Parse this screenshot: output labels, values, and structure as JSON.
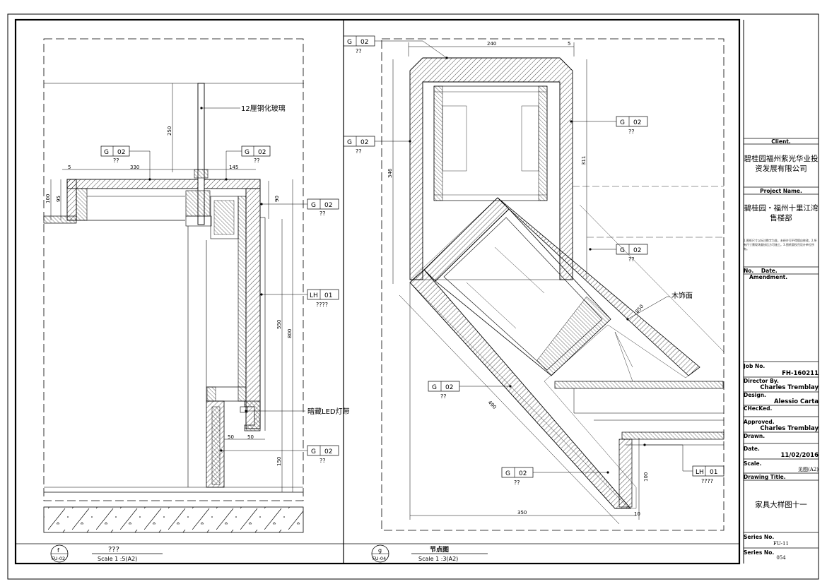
{
  "left_detail": {
    "label_glass": "12厘钢化玻璃",
    "label_led": "暗藏LED灯带",
    "tags": [
      {
        "letter": "G",
        "num": "02",
        "note": "??"
      },
      {
        "letter": "G",
        "num": "02",
        "note": "??"
      },
      {
        "letter": "G",
        "num": "02",
        "note": "??"
      },
      {
        "letter": "LH",
        "num": "01",
        "note": "????"
      },
      {
        "letter": "G",
        "num": "02",
        "note": "??"
      }
    ],
    "dims": {
      "d5": "5",
      "d330": "330",
      "d145": "145",
      "d250": "250",
      "d100": "100",
      "d95": "95",
      "d90": "90",
      "d550": "550",
      "d800": "800",
      "d50a": "50",
      "d50b": "50",
      "d150": "150"
    },
    "footer": {
      "letter": "f",
      "ref": "FU-02",
      "title": "???",
      "scale": "Scale 1 :5(A2)"
    }
  },
  "right_detail": {
    "label_wood": "木饰面",
    "tags": [
      {
        "letter": "G",
        "num": "02",
        "note": "??"
      },
      {
        "letter": "G",
        "num": "02",
        "note": "??"
      },
      {
        "letter": "G",
        "num": "02",
        "note": "??"
      },
      {
        "letter": "G",
        "num": "02",
        "note": "??"
      },
      {
        "letter": "G",
        "num": "02",
        "note": "??"
      },
      {
        "letter": "G",
        "num": "02",
        "note": "??"
      },
      {
        "letter": "LH",
        "num": "01",
        "note": "????"
      }
    ],
    "dims": {
      "d240": "240",
      "d5": "5",
      "d346": "346",
      "d311": "311",
      "d350": "350",
      "d490": "490",
      "d100": "100",
      "d10": "10",
      "d850": "850"
    },
    "footer": {
      "letter": "g",
      "ref": "FU-04",
      "title": "节点图",
      "scale": "Scale 1 :3(A2)"
    }
  },
  "title_block": {
    "client_label": "Client.",
    "client_name": "碧桂园福州紫光华业投资发展有限公司",
    "project_label": "Project Name.",
    "project_name": "碧桂园・福州十里江湾售楼部",
    "notes": "1.图纸尺寸以标注数字为准，未经许可不得擅自修改。2.所有尺寸需现场复核后方可施工。3.图纸版权归设计单位所有。",
    "amend_no": "No.",
    "amend_date": "Date.",
    "amend_label": "Amendment.",
    "job_label": "Job No.",
    "job_no": "FH-160211",
    "director_label": "Director By.",
    "director": "Charles Tremblay",
    "design_label": "Design.",
    "design": "Alessio Carta",
    "checked_label": "CHecKed.",
    "approved_label": "Approved.",
    "approved": "Charles Tremblay",
    "drawn_label": "Drawn.",
    "date_label": "Date.",
    "date": "11/02/2016",
    "scale_label": "Scale.",
    "scale": "见图(A2)",
    "drawing_title_label": "Drawing Title.",
    "drawing_title": "家具大样图十一",
    "series_label": "Series No.",
    "series_no": "FU-11",
    "series2_label": "Series No.",
    "series2_no": "054"
  }
}
